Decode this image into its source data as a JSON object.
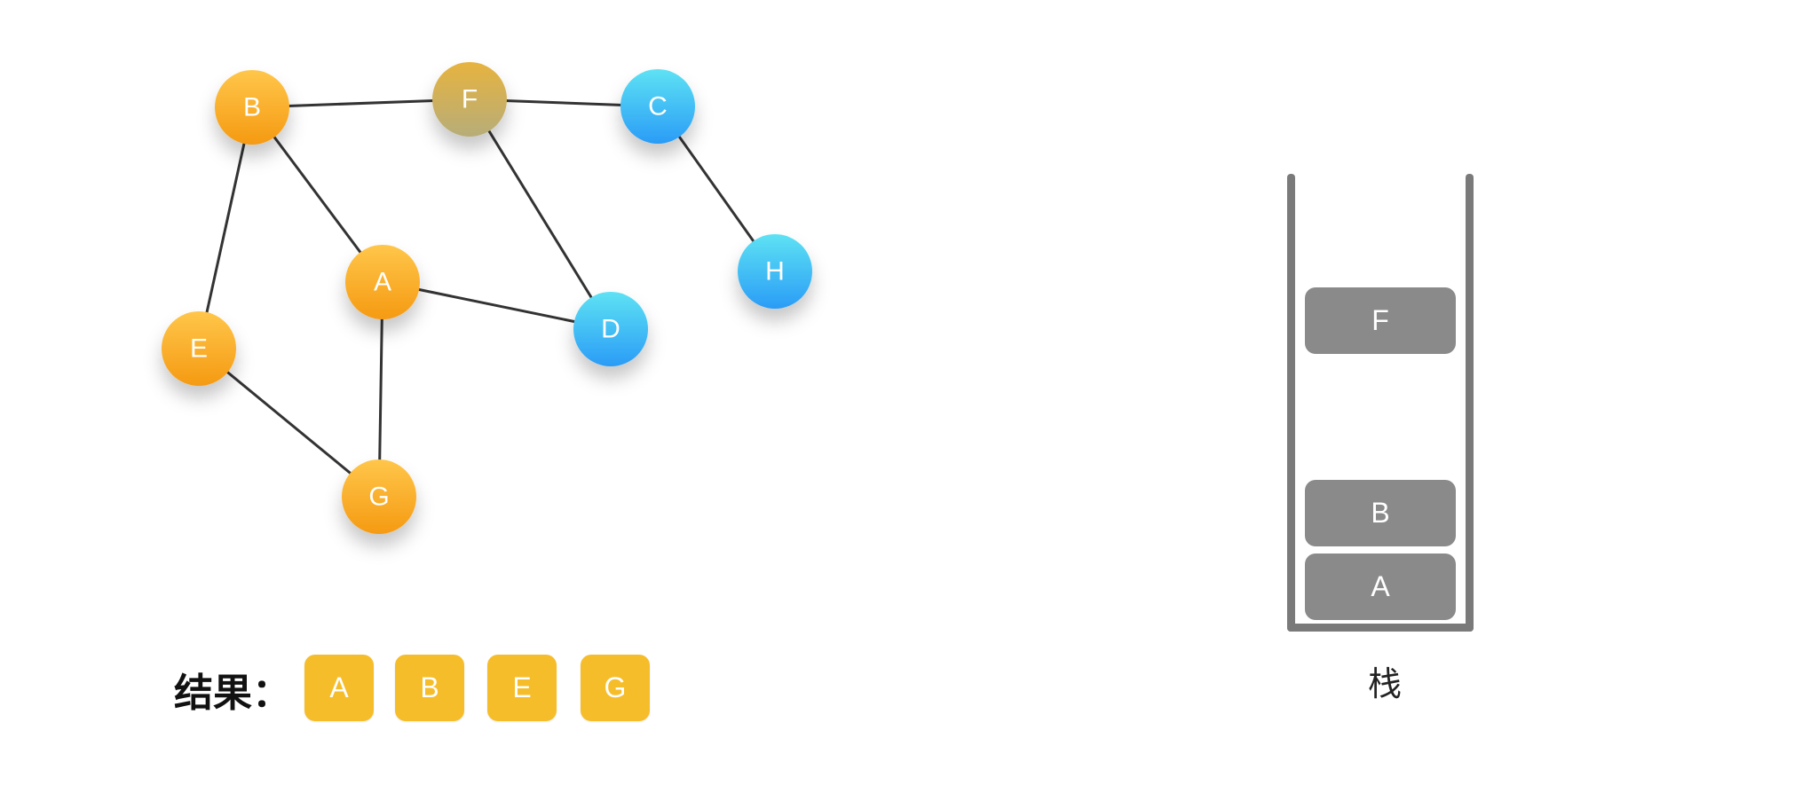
{
  "graph": {
    "nodes": [
      {
        "id": "B",
        "label": "B",
        "color": "orange"
      },
      {
        "id": "F",
        "label": "F",
        "color": "olive"
      },
      {
        "id": "C",
        "label": "C",
        "color": "blue"
      },
      {
        "id": "A",
        "label": "A",
        "color": "orange"
      },
      {
        "id": "H",
        "label": "H",
        "color": "blue"
      },
      {
        "id": "E",
        "label": "E",
        "color": "orange"
      },
      {
        "id": "D",
        "label": "D",
        "color": "blue"
      },
      {
        "id": "G",
        "label": "G",
        "color": "orange"
      }
    ],
    "edges": [
      [
        "B",
        "F"
      ],
      [
        "F",
        "C"
      ],
      [
        "C",
        "H"
      ],
      [
        "B",
        "A"
      ],
      [
        "B",
        "E"
      ],
      [
        "F",
        "D"
      ],
      [
        "A",
        "D"
      ],
      [
        "A",
        "G"
      ],
      [
        "E",
        "G"
      ]
    ]
  },
  "colors": {
    "orange_top": "#ffc64a",
    "orange_bottom": "#f59a12",
    "blue_top": "#5ee2f4",
    "blue_bottom": "#2a9cf6",
    "olive_top": "#e6b33f",
    "olive_bottom": "#b7ad79",
    "result_box": "#f6bd2a",
    "stack_gray": "#8a8a8a",
    "edge": "#333333"
  },
  "result": {
    "label": "结果：",
    "items": [
      "A",
      "B",
      "E",
      "G"
    ]
  },
  "stack": {
    "caption": "栈",
    "items_top_to_bottom": [
      "F",
      "B",
      "A"
    ]
  }
}
